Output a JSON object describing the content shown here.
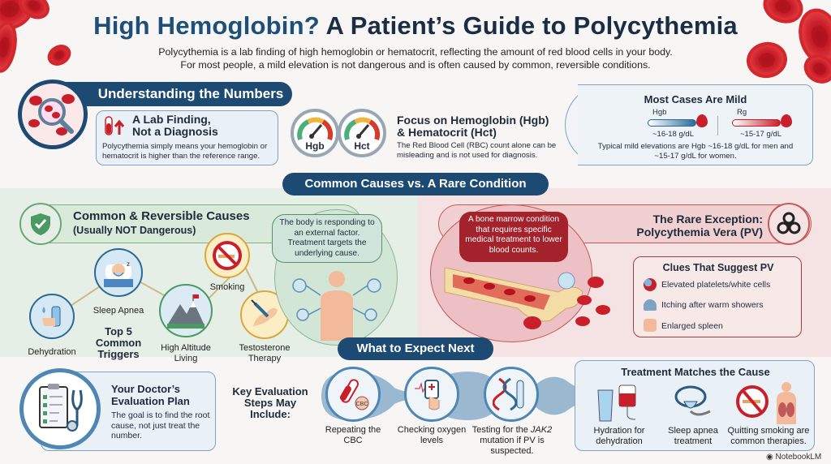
{
  "header": {
    "title_part1": "High Hemoglobin?",
    "title_part2": "A Patient’s Guide to Polycythemia",
    "subtitle_line1": "Polycythemia is a lab finding of high hemoglobin or hematocrit, reflecting the amount of red blood cells in your body.",
    "subtitle_line2": "For most people, a mild elevation is not dangerous and is often caused by common, reversible conditions."
  },
  "understanding": {
    "pill_label": "Understanding the Numbers",
    "lab_finding": {
      "title_line1": "A Lab Finding,",
      "title_line2": "Not a Diagnosis",
      "body": "Polycythemia simply means your hemoglobin or hematocrit is higher than the reference range."
    },
    "focus": {
      "gauge1_label": "Hgb",
      "gauge2_label": "Hct",
      "title_line1": "Focus on Hemoglobin (Hgb)",
      "title_line2": "& Hematocrit (Hct)",
      "body": "The Red Blood Cell (RBC) count alone can be misleading and is not used for diagnosis."
    },
    "mild": {
      "title": "Most Cases Are Mild",
      "bar1_label": "Hgb",
      "bar1_range": "~16-18 g/dL",
      "bar2_label": "Rg",
      "bar2_range": "~15-17 g/dL",
      "body": "Typical mild elevations are Hgb ~16-18 g/dL for men and ~15-17 g/dL for women."
    }
  },
  "causes": {
    "pill_label": "Common Causes vs. A Rare Condition",
    "common": {
      "title": "Common & Reversible Causes",
      "subtitle": "(Usually NOT Dangerous)",
      "triggers_title": "Top 5 Common Triggers",
      "triggers": [
        {
          "label": "Dehydration",
          "icon": "water-bottle-icon"
        },
        {
          "label": "Sleep Apnea",
          "icon": "cpap-mask-icon"
        },
        {
          "label": "High Altitude Living",
          "icon": "mountain-icon"
        },
        {
          "label": "Smoking",
          "icon": "no-smoking-icon"
        },
        {
          "label": "Testosterone Therapy",
          "icon": "syringe-arm-icon"
        }
      ],
      "bubble": "The body is responding to an external factor. Treatment targets the underlying cause."
    },
    "rare": {
      "title_line1": "The Rare Exception:",
      "title_line2": "Polycythemia Vera (PV)",
      "bubble": "A bone marrow condition that requires specific medical treatment to lower blood counts.",
      "clues_title": "Clues That Suggest PV",
      "clues": [
        {
          "label": "Elevated platelets/white cells",
          "icon": "blood-cells-icon"
        },
        {
          "label": "Itching after warm showers",
          "icon": "shower-icon"
        },
        {
          "label": "Enlarged spleen",
          "icon": "spleen-icon"
        }
      ]
    }
  },
  "next": {
    "pill_label": "What to Expect Next",
    "doctor": {
      "title_line1": "Your Doctor’s",
      "title_line2": "Evaluation Plan",
      "body": "The goal is to find the root cause, not just treat the number."
    },
    "steps_title": "Key Evaluation Steps May Include:",
    "steps": [
      {
        "label": "Repeating the CBC",
        "icon": "test-tube-icon",
        "badge": "CBC"
      },
      {
        "label": "Checking oxygen levels",
        "icon": "pulse-oximeter-icon"
      },
      {
        "label_pre": "Testing for the ",
        "label_em": "JAK2",
        "label_post": " mutation if PV is suspected.",
        "icon": "dna-icon"
      }
    ],
    "treatment": {
      "title": "Treatment Matches the Cause",
      "items": [
        {
          "label": "Hydration for dehydration",
          "icon": "glass-iv-icon"
        },
        {
          "label": "Sleep apnea treatment",
          "icon": "cpap-mask-icon"
        },
        {
          "label": "Quitting smoking are common therapies.",
          "icon": "no-smoking-lungs-icon"
        }
      ]
    }
  },
  "footer": {
    "brand": "NotebookLM"
  },
  "colors": {
    "navy": "#1d4a72",
    "blood_red": "#c91f2a",
    "green_bg": "#e6efe6",
    "red_bg": "#f5e3e3"
  }
}
